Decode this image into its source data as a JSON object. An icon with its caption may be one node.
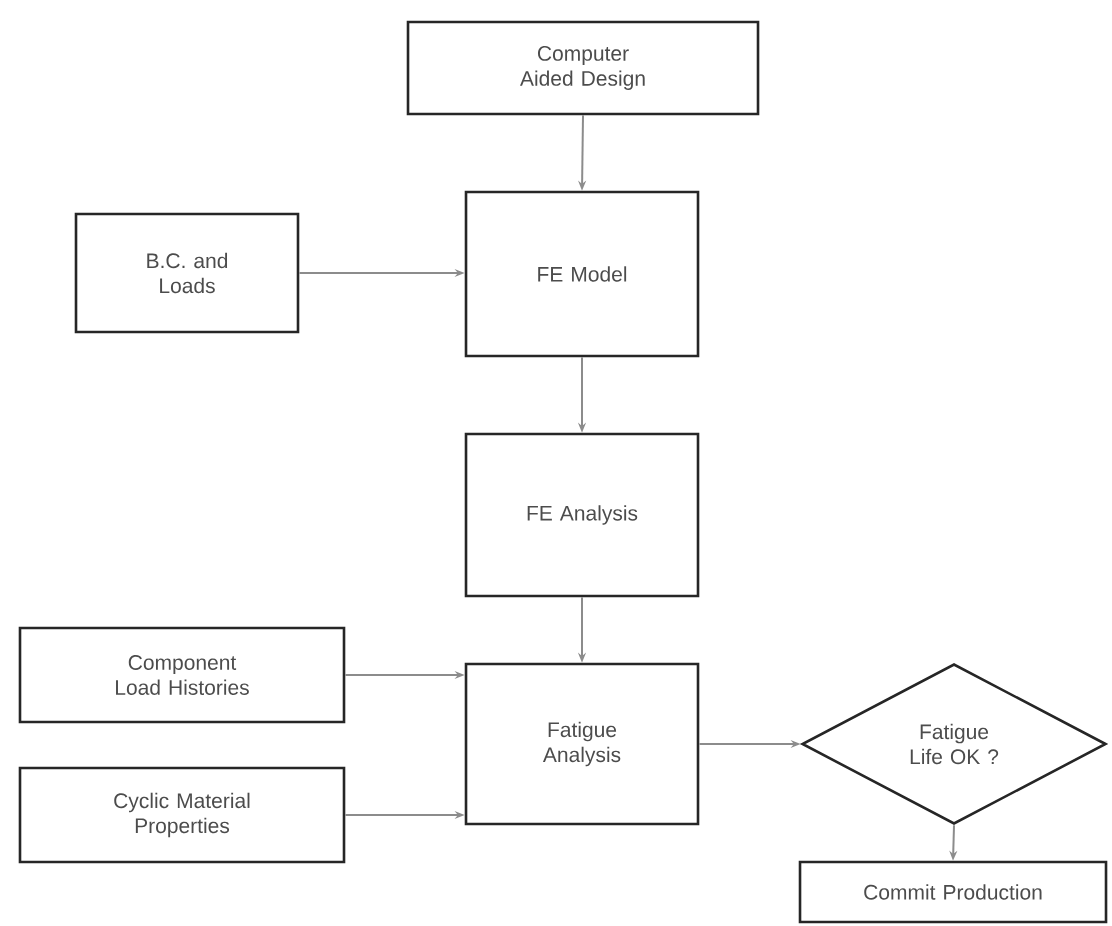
{
  "diagram": {
    "nodes": [
      {
        "text": [
          "Computer Aided Design"
        ]
      },
      {
        "text": [
          "B.C. and Loads"
        ]
      },
      {
        "text": [
          "FE Model"
        ]
      },
      {
        "text": [
          "FE Analysis"
        ]
      },
      {
        "text": [
          "Component Load Histories"
        ]
      },
      {
        "text": [
          "Cyclic Material Properties"
        ]
      },
      {
        "text": [
          "Fatigue Analysis"
        ]
      },
      {
        "text": [
          "Fatigue Life OK ?"
        ]
      },
      {
        "text": [
          "Commit Production"
        ]
      }
    ],
    "edges": [
      {
        "from": 0,
        "to": 2,
        "arrow": "to"
      },
      {
        "from": 1,
        "to": 2,
        "arrow": "to"
      },
      {
        "from": 2,
        "to": 3,
        "arrow": "to"
      },
      {
        "from": 3,
        "to": 6,
        "arrow": "to"
      },
      {
        "from": 4,
        "to": 6,
        "arrow": "to"
      },
      {
        "from": 5,
        "to": 6,
        "arrow": "to"
      },
      {
        "from": 6,
        "to": 7,
        "arrow": "to"
      },
      {
        "from": 7,
        "to": 8,
        "arrow": "to"
      }
    ]
  }
}
